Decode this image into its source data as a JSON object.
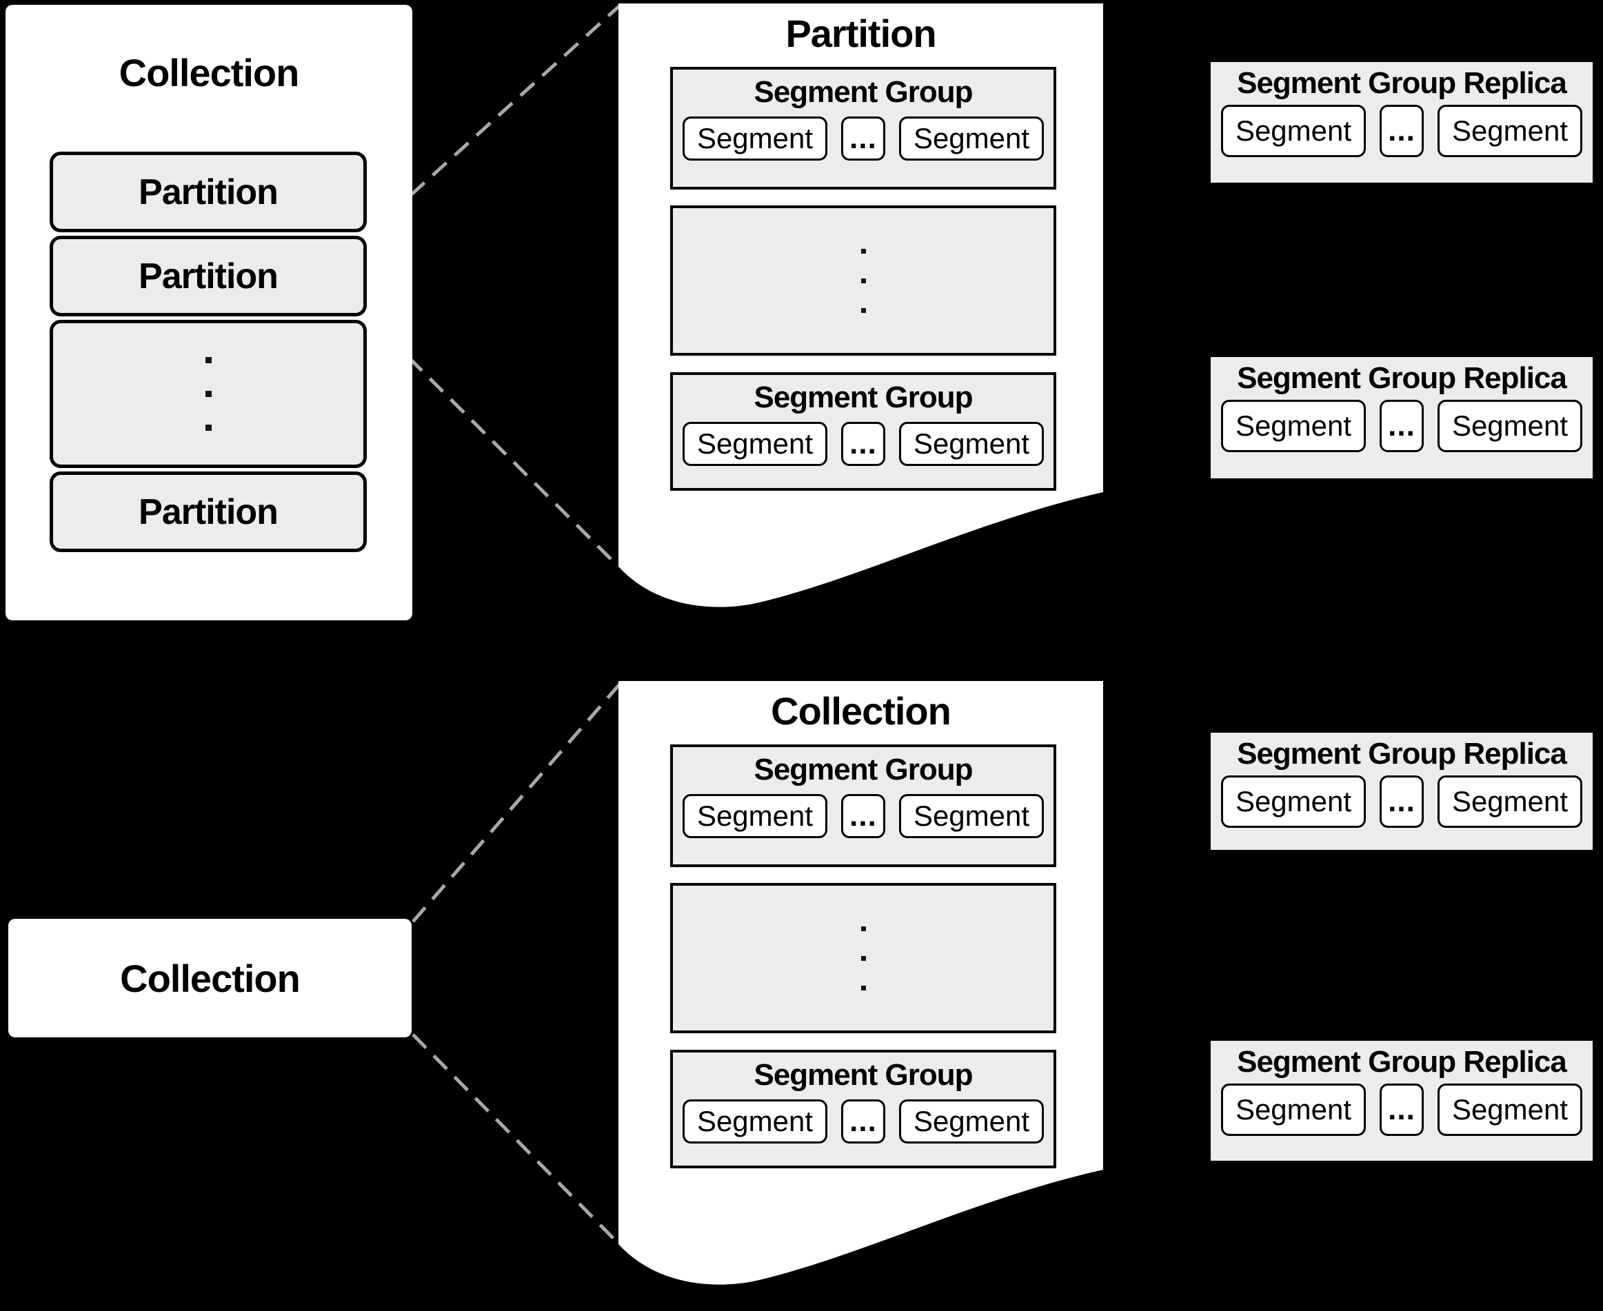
{
  "colors": {
    "background": "#000000",
    "panel": "#ffffff",
    "box_fill": "#ececec",
    "border": "#000000",
    "connector": "#a8a8a8"
  },
  "collection_overview": {
    "title": "Collection",
    "partitions": [
      {
        "label": "Partition"
      },
      {
        "label": "Partition"
      },
      {
        "label": "Partition"
      }
    ],
    "vertical_ellipsis": "⋮"
  },
  "partition_detail": {
    "title": "Partition",
    "vertical_ellipsis": "⋮",
    "segment_groups": [
      {
        "title": "Segment Group",
        "ellipsis": "...",
        "segments": [
          "Segment",
          "Segment"
        ]
      },
      {
        "title": "Segment Group",
        "ellipsis": "...",
        "segments": [
          "Segment",
          "Segment"
        ]
      }
    ]
  },
  "collection_simple": {
    "title": "Collection"
  },
  "collection_detail": {
    "title": "Collection",
    "vertical_ellipsis": "⋮",
    "segment_groups": [
      {
        "title": "Segment Group",
        "ellipsis": "...",
        "segments": [
          "Segment",
          "Segment"
        ]
      },
      {
        "title": "Segment Group",
        "ellipsis": "...",
        "segments": [
          "Segment",
          "Segment"
        ]
      }
    ]
  },
  "replicas": [
    {
      "title": "Segment Group Replica",
      "ellipsis": "...",
      "segments": [
        "Segment",
        "Segment"
      ]
    },
    {
      "title": "Segment Group Replica",
      "ellipsis": "...",
      "segments": [
        "Segment",
        "Segment"
      ]
    },
    {
      "title": "Segment Group Replica",
      "ellipsis": "...",
      "segments": [
        "Segment",
        "Segment"
      ]
    },
    {
      "title": "Segment Group Replica",
      "ellipsis": "...",
      "segments": [
        "Segment",
        "Segment"
      ]
    }
  ]
}
